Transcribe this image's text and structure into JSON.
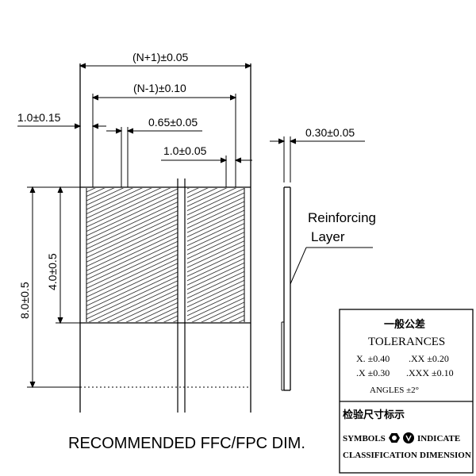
{
  "dimensions": {
    "overall_width": "(N+1)±0.05",
    "pitch_span": "(N-1)±0.10",
    "edge_margin": "1.0±0.15",
    "contact_width": "0.65±0.05",
    "pitch": "1.0±0.05",
    "thickness": "0.30±0.05",
    "total_length": "8.0±0.5",
    "contact_length": "4.0±0.5"
  },
  "callout": {
    "line1": "Reinforcing",
    "line2": "Layer"
  },
  "caption": "RECOMMENDED FFC/FPC DIM.",
  "tolerance_box": {
    "title_cn": "一般公差",
    "title_en": "TOLERANCES",
    "row1_left": "X.  ±0.40",
    "row1_right": ".XX  ±0.20",
    "row2_left": ".X  ±0.30",
    "row2_right": ".XXX  ±0.10",
    "angles": "ANGLES      ±2°",
    "inspect_cn": "检验尺寸标示",
    "symbols_pre": "SYMBOLS",
    "symbols_post": "INDICATE",
    "line_bottom_left": "CLASSIFICATION",
    "line_bottom_right": "DIMENSION"
  },
  "colors": {
    "ink": "#000000",
    "paper": "#ffffff"
  }
}
